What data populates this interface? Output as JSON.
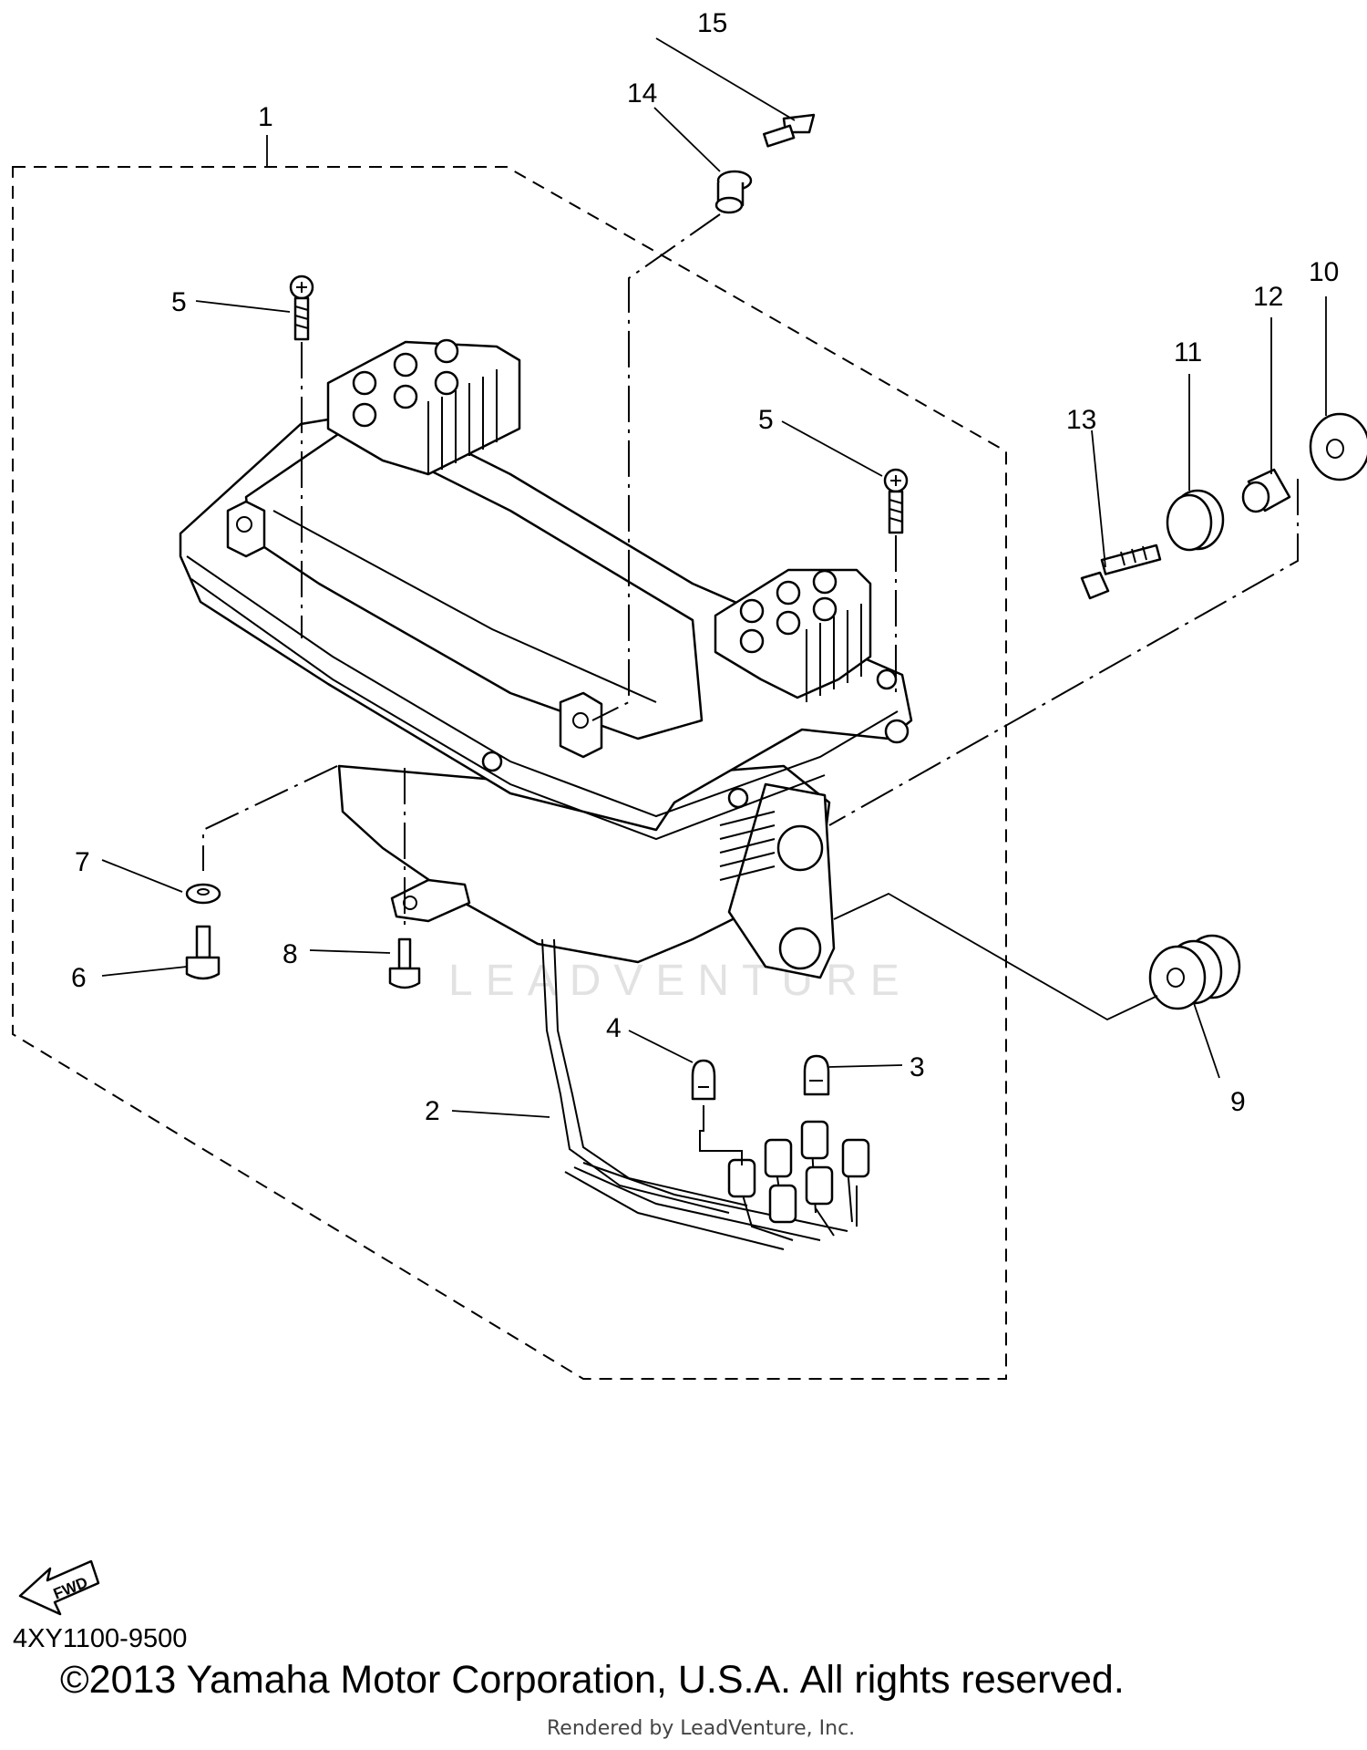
{
  "diagram": {
    "callouts": [
      {
        "id": "1",
        "label": "1"
      },
      {
        "id": "2",
        "label": "2"
      },
      {
        "id": "3",
        "label": "3"
      },
      {
        "id": "4",
        "label": "4"
      },
      {
        "id": "5a",
        "label": "5"
      },
      {
        "id": "5b",
        "label": "5"
      },
      {
        "id": "6",
        "label": "6"
      },
      {
        "id": "7",
        "label": "7"
      },
      {
        "id": "8",
        "label": "8"
      },
      {
        "id": "9",
        "label": "9"
      },
      {
        "id": "10",
        "label": "10"
      },
      {
        "id": "11",
        "label": "11"
      },
      {
        "id": "12",
        "label": "12"
      },
      {
        "id": "13",
        "label": "13"
      },
      {
        "id": "14",
        "label": "14"
      },
      {
        "id": "15",
        "label": "15"
      }
    ],
    "fwd_label": "FWD",
    "watermark": "LEADVENTURE",
    "model_code": "4XY1100-9500",
    "copyright": "©2013 Yamaha Motor Corporation, U.S.A. All rights reserved.",
    "rendered_by": "Rendered by LeadVenture, Inc."
  }
}
